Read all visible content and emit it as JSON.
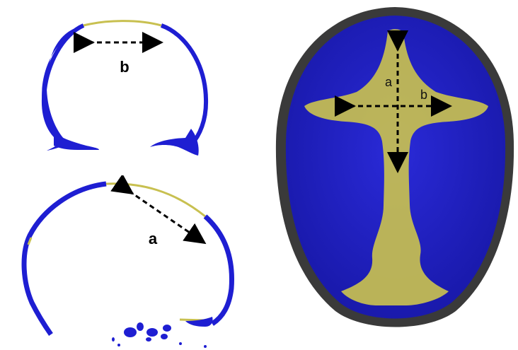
{
  "panels": {
    "coronal_section": {
      "measure_label": "b"
    },
    "sagittal_section": {
      "measure_label": "a"
    },
    "skull_3d": {
      "label_a": "a",
      "label_b": "b"
    }
  },
  "colors": {
    "bone": "#1e1ed2",
    "suture": "#c8c050",
    "skull_outline": "#3a3a3a",
    "arrow": "#000000"
  }
}
